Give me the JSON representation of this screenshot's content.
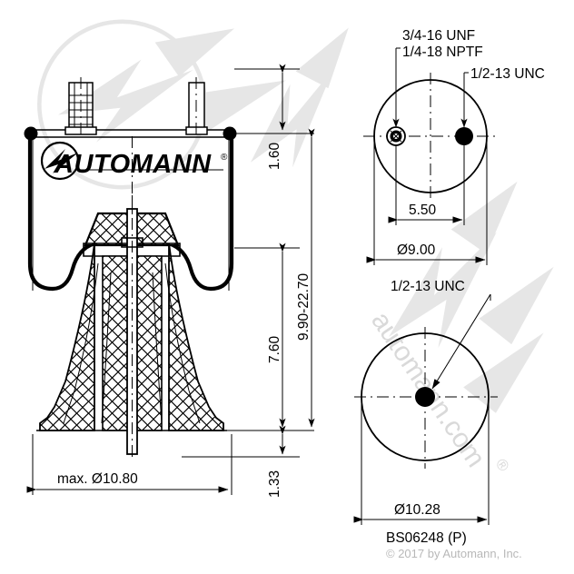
{
  "drawing": {
    "part_number": "BS06248 (P)",
    "copyright": "© 2017 by Automann, Inc.",
    "brand": "AUTOMANN",
    "brand_mark": "®",
    "watermark_text": "automann.com",
    "watermark_mark": "®"
  },
  "dimensions": {
    "top_height": "1.60",
    "mid_height": "7.60",
    "bottom_height": "1.33",
    "overall_stroke": "9.90-22.70",
    "max_diameter": "max. Ø10.80"
  },
  "top_view": {
    "thread_primary_line1": "3/4-16 UNF",
    "thread_primary_line2": "1/4-18 NPTF",
    "thread_secondary": "1/2-13 UNC",
    "bolt_spacing": "5.50",
    "plate_diameter": "Ø9.00"
  },
  "bottom_view": {
    "thread": "1/2-13 UNC",
    "piston_diameter": "Ø10.28"
  },
  "colors": {
    "line": "#000000",
    "watermark": "#e6e6e6",
    "copyright_text": "#b8b8b8"
  }
}
